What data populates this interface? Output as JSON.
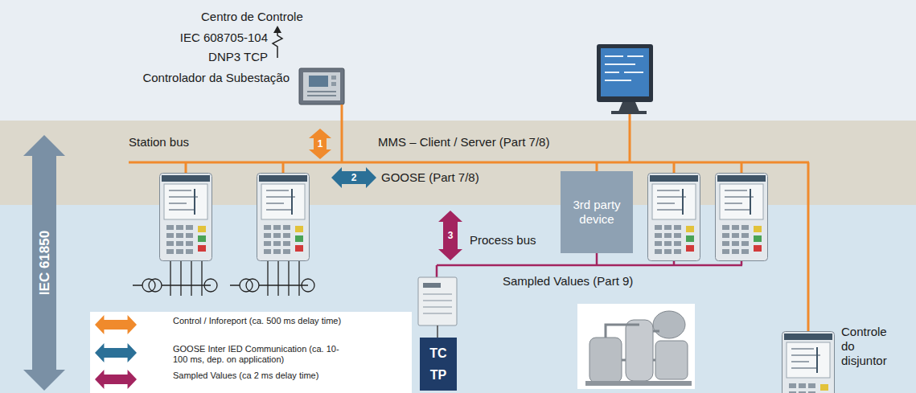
{
  "diagram": {
    "nodes": [
      {
        "text": [
          "3rd party device"
        ]
      },
      {
        "text": [
          "TC",
          "TP"
        ]
      }
    ],
    "labels": [
      "Centro de Controle",
      "IEC 608705-104",
      "DNP3 TCP",
      "Controlador da Subestação",
      "Station bus",
      "MMS – Client / Server (Part 7/8)",
      "1",
      "2",
      "GOOSE (Part 7/8)",
      "3",
      "Process bus",
      "Sampled Values (Part 9)",
      "IEC 61850",
      "Controle do disjuntor",
      "1",
      "2",
      "3"
    ],
    "legend": [
      {
        "text": "Control / Inforeport (ca. 500 ms delay time)",
        "color": "#f08a2c"
      },
      {
        "text": "GOOSE Inter IED Communication (ca. 10-100 ms, dep. on application)",
        "color": "#2b7097"
      },
      {
        "text": "Sampled Values (ca 2 ms delay time)",
        "color": "#a3245f"
      }
    ]
  }
}
